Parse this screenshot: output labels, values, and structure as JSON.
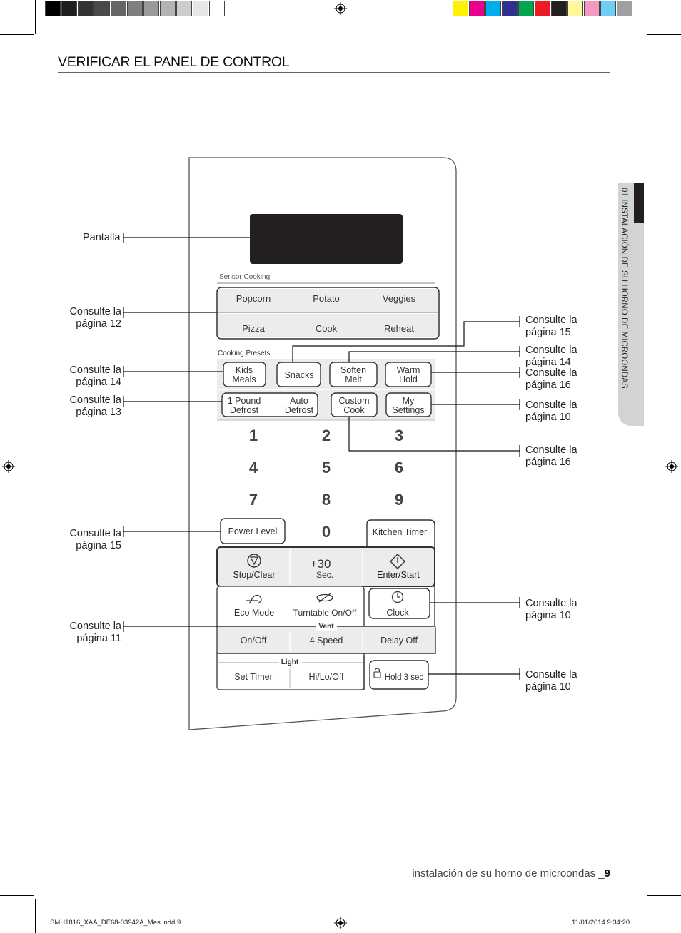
{
  "page": {
    "title": "VERIFICAR EL PANEL DE CONTROL",
    "side_tab": "01 INSTALACIÓN DE SU HORNO DE MICROONDAS",
    "footer_text": "instalación de su horno de microondas _",
    "page_number": "9",
    "slug_file": "SMH1816_XAA_DE68-03942A_Mes.indd   9",
    "slug_date": "11/01/2014   9:34:20"
  },
  "colors": {
    "gray_bar": [
      "#000000",
      "#1e1e1e",
      "#333333",
      "#4a4a4a",
      "#666666",
      "#7f7f7f",
      "#999999",
      "#b3b3b3",
      "#cccccc",
      "#e6e6e6",
      "#ffffff"
    ],
    "color_bar": [
      "#fff200",
      "#ec008c",
      "#00aeef",
      "#2e3192",
      "#00a651",
      "#ed1c24",
      "#231f20",
      "#fff799",
      "#f49ac1",
      "#6dcff6",
      "#9d9fa2"
    ],
    "display": "#231f20",
    "side_tab": "#d2d3d5"
  },
  "callouts": {
    "pantalla": "Pantalla",
    "l_sensor": [
      "Consulte la",
      "página 12"
    ],
    "l_kids": [
      "Consulte la",
      "página 14"
    ],
    "l_pound": [
      "Consulte la",
      "página 13"
    ],
    "l_power": [
      "Consulte la",
      "página 15"
    ],
    "l_eco": [
      "Consulte la",
      "página 11"
    ],
    "r_snacks": [
      "Consulte la",
      "página 15"
    ],
    "r_soften": [
      "Consulte la",
      "página 14"
    ],
    "r_warm": [
      "Consulte la",
      "página 16"
    ],
    "r_my": [
      "Consulte la",
      "página 10"
    ],
    "r_custom": [
      "Consulte la",
      "página 16"
    ],
    "r_clock": [
      "Consulte la",
      "página 10"
    ],
    "r_hold": [
      "Consulte la",
      "página 10"
    ]
  },
  "panel": {
    "sensor_label": "Sensor Cooking",
    "sensor_buttons": [
      "Popcorn",
      "Potato",
      "Veggies",
      "Pizza",
      "Cook",
      "Reheat"
    ],
    "presets_label": "Cooking Presets",
    "kids": [
      "Kids",
      "Meals"
    ],
    "snacks": "Snacks",
    "soften": [
      "Soften",
      "Melt"
    ],
    "warm": [
      "Warm",
      "Hold"
    ],
    "pound": [
      "1 Pound",
      "Defrost"
    ],
    "auto": [
      "Auto",
      "Defrost"
    ],
    "custom": [
      "Custom",
      "Cook"
    ],
    "my": [
      "My",
      "Settings"
    ],
    "digits": [
      "1",
      "2",
      "3",
      "4",
      "5",
      "6",
      "7",
      "8",
      "9",
      "0"
    ],
    "power_level": "Power Level",
    "kitchen_timer": "Kitchen Timer",
    "stop_clear": "Stop/Clear",
    "plus30": "+30",
    "sec": "Sec.",
    "enter_start": "Enter/Start",
    "eco_mode": "Eco Mode",
    "turntable": "Turntable On/Off",
    "clock": "Clock",
    "vent_label": "Vent",
    "vent_buttons": [
      "On/Off",
      "4 Speed",
      "Delay Off"
    ],
    "light_label": "Light",
    "light_buttons": [
      "Set Timer",
      "Hi/Lo/Off"
    ],
    "hold": "Hold 3 sec"
  }
}
